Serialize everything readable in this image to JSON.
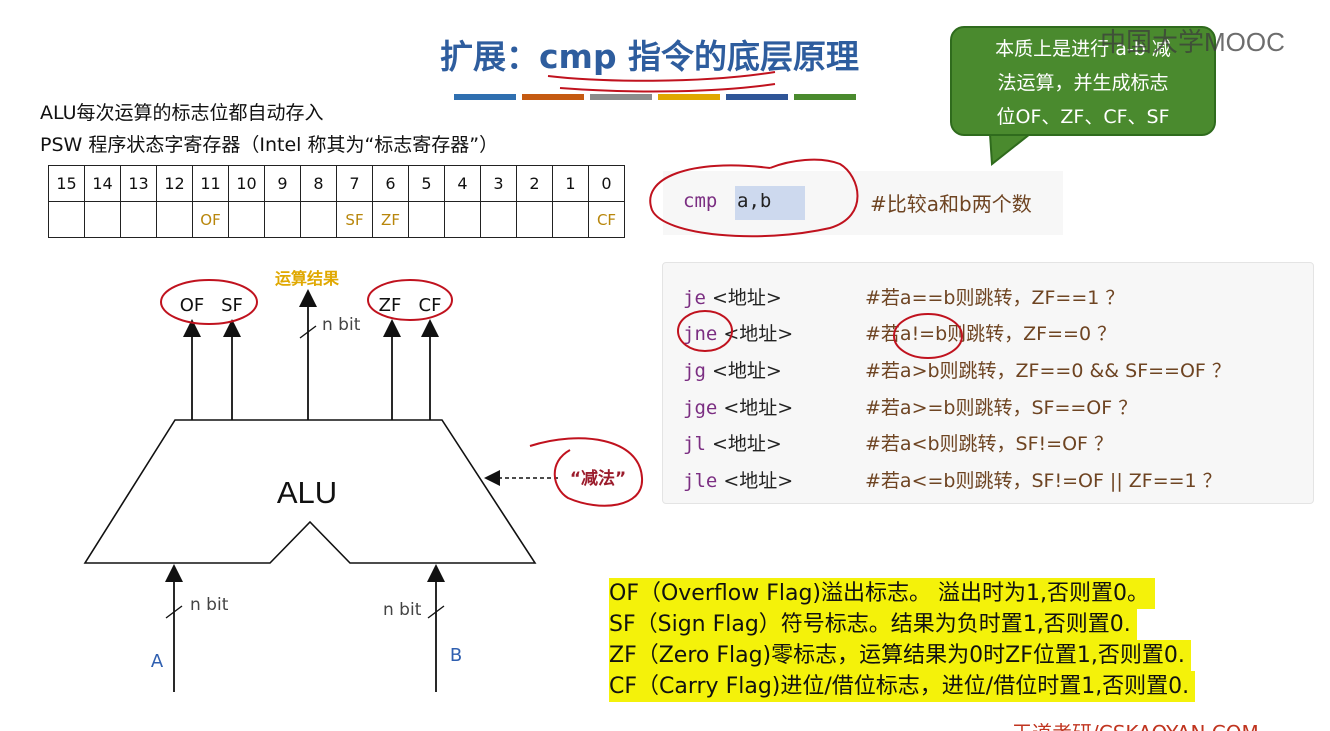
{
  "slide": {
    "title": "扩展：cmp 指令的底层原理",
    "title_bar_colors": [
      "#2f6fb0",
      "#c55a11",
      "#8c8c8c",
      "#e0a800",
      "#2f5597",
      "#4a8a2e"
    ],
    "intro_line1": "ALU每次运算的标志位都自动存入",
    "intro_line2": "PSW 程序状态字寄存器（Intel 称其为“标志寄存器”）"
  },
  "psw_table": {
    "bits": [
      "15",
      "14",
      "13",
      "12",
      "11",
      "10",
      "9",
      "8",
      "7",
      "6",
      "5",
      "4",
      "3",
      "2",
      "1",
      "0"
    ],
    "flags": [
      "",
      "",
      "",
      "",
      "OF",
      "",
      "",
      "",
      "SF",
      "ZF",
      "",
      "",
      "",
      "",
      "",
      "CF"
    ]
  },
  "callout": {
    "line1": "本质上是进行 a-b 减",
    "line2": "法运算，并生成标志",
    "line3": "位OF、ZF、CF、SF"
  },
  "logo": {
    "text": "中国大学MOOC"
  },
  "cmp_code": {
    "mnemonic": "cmp",
    "operands": "a,b",
    "comment": "#比较a和b两个数"
  },
  "jump_code": [
    {
      "op": "je",
      "arg": "<地址>",
      "comment": "#若a==b则跳转，ZF==1 ？"
    },
    {
      "op": "jne",
      "arg": "<地址>",
      "comment": "#若a!=b则跳转，ZF==0 ？"
    },
    {
      "op": "jg",
      "arg": "<地址>",
      "comment": "#若a>b则跳转，ZF==0 && SF==OF ？"
    },
    {
      "op": "jge",
      "arg": "<地址>",
      "comment": "#若a>=b则跳转，SF==OF ？"
    },
    {
      "op": "jl",
      "arg": "<地址>",
      "comment": "#若a<b则跳转，SF!=OF ？"
    },
    {
      "op": "jle",
      "arg": "<地址>",
      "comment": "#若a<=b则跳转，SF!=OF || ZF==1 ？"
    }
  ],
  "alu_diagram": {
    "alu_label": "ALU",
    "result_label": "运算结果",
    "flag_of": "OF",
    "flag_sf": "SF",
    "flag_zf": "ZF",
    "flag_cf": "CF",
    "nbit_top": "n bit",
    "nbit_left": "n bit",
    "nbit_right": "n bit",
    "input_a": "A",
    "input_b": "B",
    "op_label": "“减法”"
  },
  "flag_definitions": [
    "OF（Overflow Flag)溢出标志。 溢出时为1,否则置0。",
    "SF（Sign Flag）符号标志。结果为负时置1,否则置0.",
    "ZF（Zero Flag)零标志，运算结果为0时ZF位置1,否则置0.",
    "CF（Carry Flag)进位/借位标志，进位/借位时置1,否则置0."
  ],
  "footer": {
    "text": "王道考研/CSKAOYAN.COM"
  },
  "colors": {
    "title": "#2e5d9e",
    "annotation_red": "#c0121e",
    "callout_green": "#4a8a2e",
    "highlight_yellow": "#f4f20a"
  }
}
